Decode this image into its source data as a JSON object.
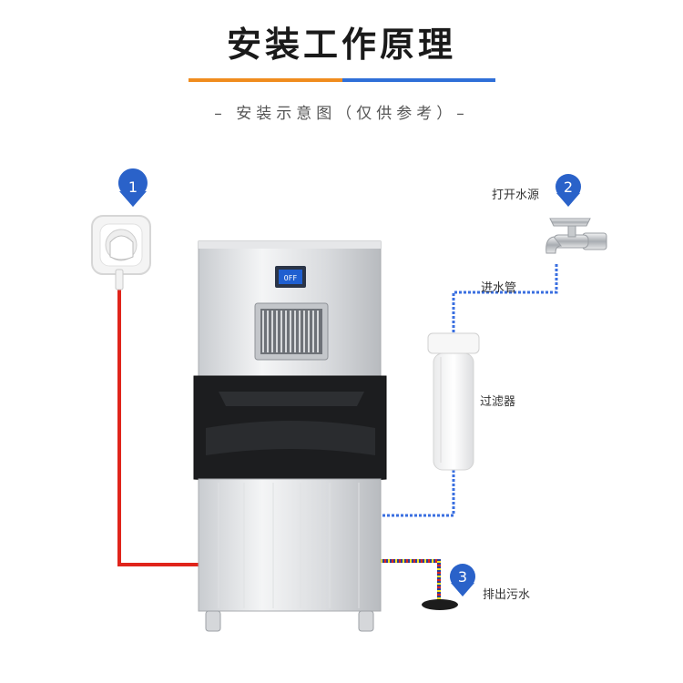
{
  "header": {
    "title": "安装工作原理",
    "subtitle": "– 安装示意图（仅供参考）–"
  },
  "steps": [
    {
      "number": "1",
      "label": ""
    },
    {
      "number": "2",
      "label": "打开水源"
    },
    {
      "number": "3",
      "label": "排出污水"
    }
  ],
  "labels": {
    "inlet_pipe": "进水管",
    "filter": "过滤器"
  },
  "machine": {
    "display_text": "OFF"
  },
  "colors": {
    "accent_orange": "#f08c1e",
    "accent_blue": "#2f6fd8",
    "power_line": "#e0241b",
    "water_line": "#3a6fe0",
    "pin": "#2a62c9"
  }
}
